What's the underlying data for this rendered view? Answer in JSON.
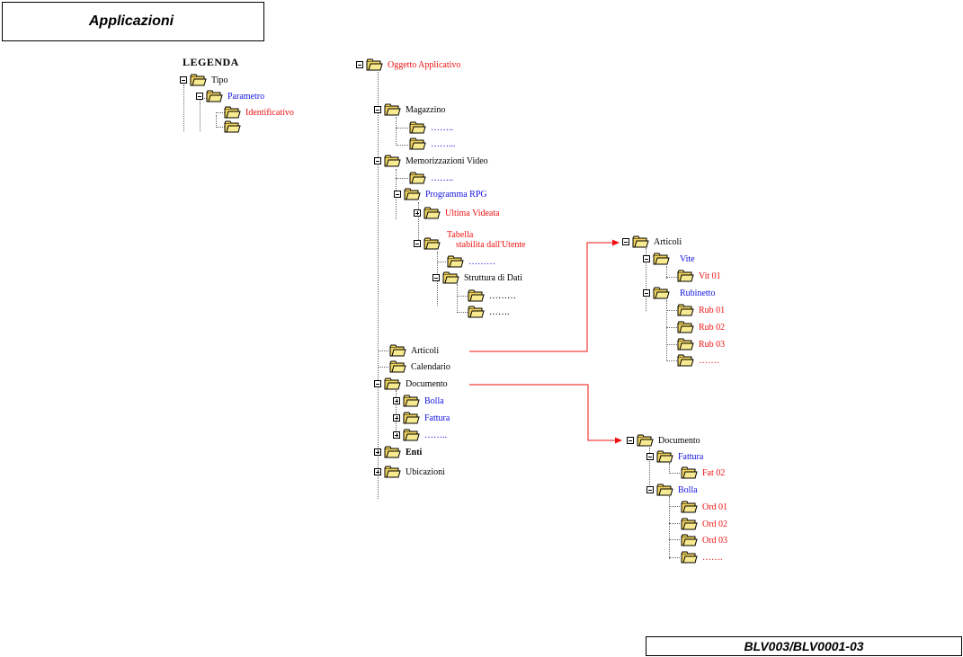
{
  "header": {
    "title": "Applicazioni"
  },
  "footer": {
    "code": "BLV003/BLV0001-03"
  },
  "legend": {
    "title": "LEGENDA",
    "tipo": "Tipo",
    "parametro": "Parametro",
    "identificativo": "Identificativo"
  },
  "main_tree": {
    "root": "Oggetto Applicativo",
    "magazzino": "Magazzino",
    "magazzino_items": [
      "……..",
      "……..."
    ],
    "memorizzazioni": "Memorizzazioni Video",
    "mem_item": "……..",
    "programma": "Programma RPG",
    "ultima": "Ultima Videata",
    "tabella_line1": "Tabella",
    "tabella_line2": "stabilita dall'Utente",
    "tabella_item": "………",
    "struttura": "Struttura di Dati",
    "struttura_items": [
      "………",
      "……."
    ],
    "articoli": "Articoli",
    "calendario": "Calendario",
    "documento": "Documento",
    "bolla": "Bolla",
    "fattura": "Fattura",
    "doc_item": "……..",
    "enti": "Enti",
    "ubicazioni": "Ubicazioni"
  },
  "articoli_tree": {
    "root": "Articoli",
    "vite": "Vite",
    "vit01": "Vit 01",
    "rubinetto": "Rubinetto",
    "rub01": "Rub 01",
    "rub02": "Rub 02",
    "rub03": "Rub 03",
    "more": "……."
  },
  "documento_tree": {
    "root": "Documento",
    "fattura": "Fattura",
    "fat02": "Fat 02",
    "bolla": "Bolla",
    "ord01": "Ord 01",
    "ord02": "Ord 02",
    "ord03": "Ord 03",
    "more": "……."
  },
  "colors": {
    "black": "#000000",
    "blue": "#1010e0",
    "red": "#ee1010",
    "folder": "#f5e27a"
  }
}
